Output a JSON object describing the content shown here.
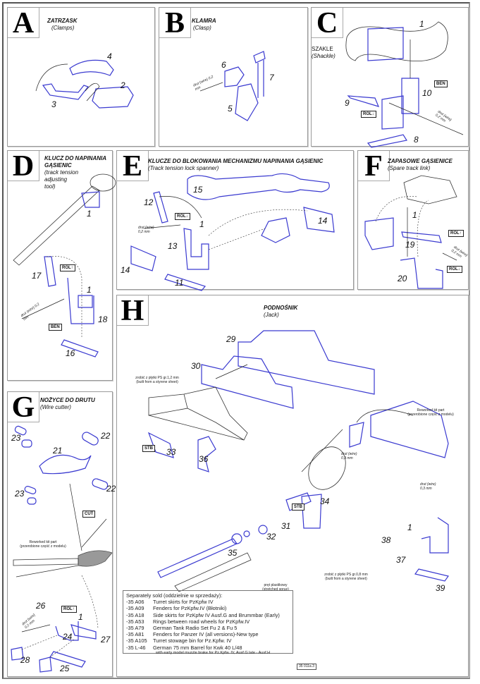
{
  "panels": {
    "A": {
      "letter": "A",
      "title": "ZATRZASK",
      "subtitle": "(Clamps)",
      "parts": [
        "4",
        "2",
        "3"
      ]
    },
    "B": {
      "letter": "B",
      "title": "KLAMRA",
      "subtitle": "(Clasp)",
      "parts": [
        "6",
        "7",
        "5"
      ],
      "wire": "drut (wire) 0,2 mm"
    },
    "C": {
      "letter": "C",
      "title": "SZAKLE",
      "subtitle": "(Shackle)",
      "parts": [
        "1",
        "10",
        "9",
        "8"
      ],
      "tags": [
        "BEN",
        "ROL↓"
      ],
      "wire": "drut (wire) 0,2 mm"
    },
    "D": {
      "letter": "D",
      "title_lines": [
        "KLUCZ DO NAPINANIA",
        "GĄSIENIC"
      ],
      "subtitle_lines": [
        "(track tension",
        "adjusting",
        "tool)"
      ],
      "parts": [
        "1",
        "17",
        "1",
        "18",
        "16"
      ],
      "tags": [
        "ROL↑",
        "BEN"
      ],
      "wire": "drut (wire) 0,2 mm"
    },
    "E": {
      "letter": "E",
      "title": "KLUCZE DO BLOKOWANIA MECHANIZMU NAPINANIA GĄSIENIC",
      "subtitle": "(Track tension lock spanner)",
      "parts": [
        "15",
        "12",
        "1",
        "13",
        "14",
        "11",
        "14"
      ],
      "tags": [
        "ROL↓"
      ],
      "wire": "drut (wire) 0,2 mm"
    },
    "F": {
      "letter": "F",
      "title": "ZAPASOWE GĄSIENICE",
      "subtitle": "(Spare track link)",
      "parts": [
        "1",
        "19",
        "20"
      ],
      "tags": [
        "ROL↑",
        "ROL↓"
      ],
      "wire": "drut (wire) 0,2 mm"
    },
    "G": {
      "letter": "G",
      "title": "NOŻYCE DO DRUTU",
      "subtitle": "(Wire cutter)",
      "parts": [
        "23",
        "22",
        "21",
        "23",
        "22",
        "26",
        "1",
        "24",
        "27",
        "28",
        "25"
      ],
      "tags": [
        "CUT",
        "ROL↑"
      ],
      "note_lines": [
        "Reworked kit part",
        "(przerobione część z modelu)"
      ],
      "wire": "drut (wire) 0,2 mm"
    },
    "H": {
      "letter": "H",
      "title": "PODNOŚNIK",
      "subtitle": "(Jack)",
      "parts": [
        "29",
        "30",
        "33",
        "36",
        "34",
        "31",
        "32",
        "35",
        "1",
        "38",
        "37",
        "39"
      ],
      "tags": [
        "STB",
        "STB"
      ],
      "note_styrene_1": [
        "zrobić z płytki PS gr.1,2 mm",
        "(built from a styrene sheet)"
      ],
      "note_styrene_2": [
        "zrobić z płytki PS gr.0,8 mm",
        "(built from a styrene sheet)"
      ],
      "note_reworked": [
        "Reworked kit part",
        "(przerobione część z modelu)"
      ],
      "note_sprue": [
        "pręt plastikowy",
        "(stretched sprue)"
      ],
      "wire_1": "drut (wire) 0,3 mm",
      "wire_2": "drut (wire) 0,3 mm"
    }
  },
  "separately_sold": {
    "heading": "Separately sold (oddzielnie w sprzedaży):",
    "items": [
      {
        "code": "-35 A06",
        "desc": "Turret  skirts for PzKpfw IV"
      },
      {
        "code": "-35 A09",
        "desc": "Fenders for PzKpfw.IV (Błotniki)"
      },
      {
        "code": "-35 A18",
        "desc": "Side  skirts  for PzKpfw IV Ausf.G  and Brummbar (Early)"
      },
      {
        "code": "-35 A53",
        "desc": "Rings between road wheels for PzKpfw.IV"
      },
      {
        "code": "-35 A79",
        "desc": "German Tank Radio Set Fu 2 & Fu 5"
      },
      {
        "code": "-35 A81",
        "desc": "Fenders for Panzer IV (all versions)-New type"
      },
      {
        "code": "-35 A105",
        "desc": "Turret stowage bin for Pz.Kpfw. IV"
      },
      {
        "code": "-35 L-46",
        "desc": "German 75 mm Barrel for Kwk 40 L/48"
      }
    ],
    "subline": "with early model muzzle brake for Pz.Kpfw. IV, Ausf.G late - Ausf.H"
  },
  "catalog_number": "35 011a.3",
  "colors": {
    "part_stroke": "#3a3ad0",
    "rotation_arrow": "#d02020",
    "frame": "#9a9a9a"
  }
}
